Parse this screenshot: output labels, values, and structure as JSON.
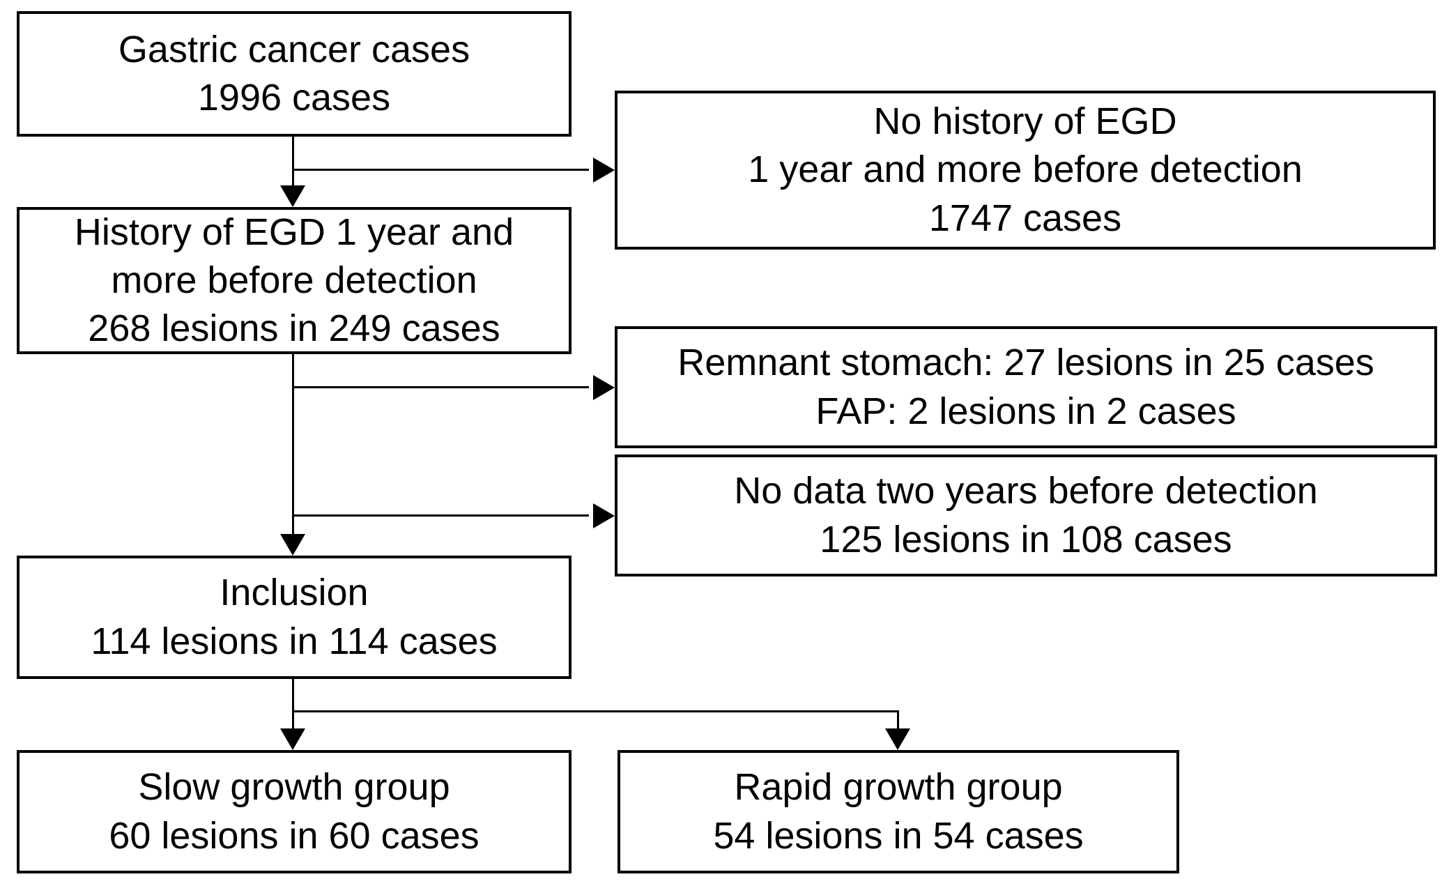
{
  "diagram": {
    "type": "study-flowchart",
    "title": "Gastric cancer case selection flow",
    "colors": {
      "background": "#ffffff",
      "box_border": "#000000",
      "text": "#000000",
      "connector": "#000000"
    },
    "boxes": [
      {
        "id": "gastric-cancer-cases",
        "lines": [
          "Gastric cancer cases",
          "1996 cases"
        ]
      },
      {
        "id": "no-history-of-egd",
        "lines": [
          "No history of EGD",
          "1 year and more before detection",
          "1747 cases"
        ]
      },
      {
        "id": "history-of-egd",
        "lines": [
          "History of EGD 1 year and",
          "more before detection",
          "268 lesions in 249 cases"
        ]
      },
      {
        "id": "remnant-stomach-fap",
        "lines": [
          "Remnant stomach: 27 lesions in 25 cases",
          "FAP: 2 lesions in 2 cases"
        ]
      },
      {
        "id": "no-data-two-years",
        "lines": [
          "No data two years before detection",
          "125 lesions in 108 cases"
        ]
      },
      {
        "id": "inclusion",
        "lines": [
          "Inclusion",
          "114 lesions in 114 cases"
        ]
      },
      {
        "id": "slow-growth-group",
        "lines": [
          "Slow growth group",
          "60 lesions in 60 cases"
        ]
      },
      {
        "id": "rapid-growth-group",
        "lines": [
          "Rapid growth group",
          "54 lesions in 54 cases"
        ]
      }
    ]
  }
}
